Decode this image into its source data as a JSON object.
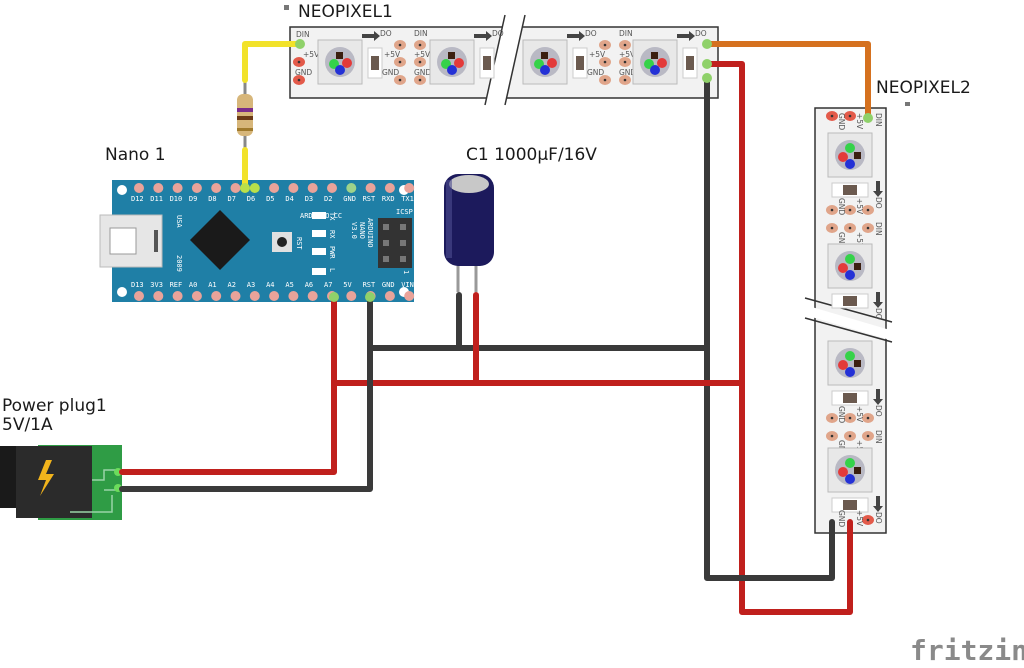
{
  "labels": {
    "neopixel1": "NEOPIXEL1",
    "neopixel2": "NEOPIXEL2",
    "nano": "Nano 1",
    "capacitor": "C1 1000µF/16V",
    "power_plug_line1": "Power plug1",
    "power_plug_line2": "5V/1A",
    "logo": "fritzing"
  },
  "nano": {
    "top_pins": [
      "D12",
      "D11",
      "D10",
      "D9",
      "D8",
      "D7",
      "D6",
      "D5",
      "D4",
      "D3",
      "D2",
      "GND",
      "RST",
      "RXD",
      "TX1"
    ],
    "bottom_pins": [
      "D13",
      "3V3",
      "REF",
      "A0",
      "A1",
      "A2",
      "A3",
      "A4",
      "A5",
      "A6",
      "A7",
      "5V",
      "RST",
      "GND",
      "VIN"
    ],
    "board_text": [
      "ARDUINO",
      "NANO",
      "V3.0"
    ],
    "site": "ARDUINO.CC",
    "icsp": "ICSP",
    "usa": "USA",
    "year": "2009",
    "rst": "RST",
    "leds": [
      "TX",
      "RX",
      "PWR",
      "L"
    ],
    "icsp_num": "1"
  },
  "strip_pins": {
    "din": "DIN",
    "do": "DO",
    "vcc": "+5V",
    "gnd": "GND"
  },
  "colors": {
    "board_blue": "#1f7fa6",
    "wire_red": "#c0201d",
    "wire_black": "#3a3a3a",
    "wire_yellow": "#f2e22a",
    "wire_orange": "#d5711f",
    "pcb_green": "#2f9c45"
  }
}
